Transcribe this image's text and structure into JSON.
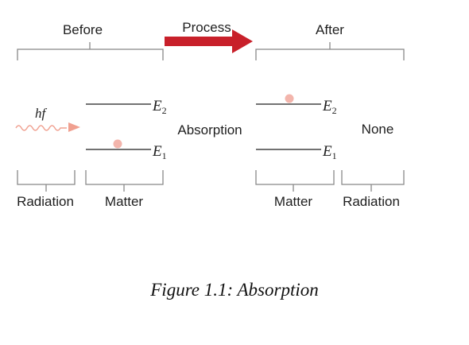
{
  "labels": {
    "before": "Before",
    "process": "Process",
    "after": "After",
    "photon": "hf",
    "energy_upper": "E",
    "energy_upper_sub": "2",
    "energy_lower": "E",
    "energy_lower_sub": "1",
    "absorption": "Absorption",
    "none": "None",
    "radiation_before": "Radiation",
    "matter_before": "Matter",
    "matter_after": "Matter",
    "radiation_after": "Radiation"
  },
  "caption": "Figure 1.1: Absorption",
  "colors": {
    "process_arrow": "#c8202a",
    "photon_wave": "#f0a090",
    "electron_dot": "#f3b5ac"
  }
}
